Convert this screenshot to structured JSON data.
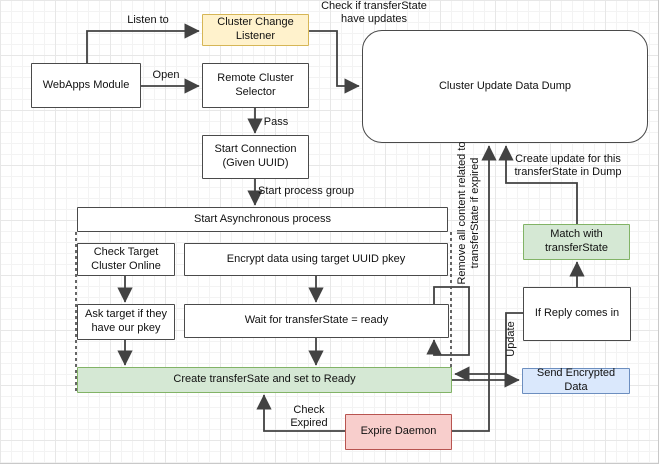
{
  "nodes": {
    "webapps_module": "WebApps Module",
    "cluster_change_listener": "Cluster Change Listener",
    "remote_cluster_selector": "Remote Cluster Selector",
    "start_connection": "Start Connection (Given UUID)",
    "cluster_update_data_dump": "Cluster Update Data Dump",
    "start_async_process": "Start Asynchronous process",
    "check_target_cluster_online": "Check Target Cluster Online",
    "encrypt_data": "Encrypt data using target UUID pkey",
    "ask_target_pkey": "Ask target if they have our pkey",
    "wait_transferstate": "Wait for transferState = ready",
    "create_transfersate": "Create transferSate and set to Ready",
    "match_transferstate": "Match with transferState",
    "if_reply_comes_in": "If Reply comes in",
    "send_encrypted_data": "Send Encrypted Data",
    "expire_daemon": "Expire Daemon"
  },
  "edge_labels": {
    "listen_to": "Listen to",
    "open": "Open",
    "check_updates": "Check if transferState have updates",
    "pass": "Pass",
    "start_process_group": "Start process group",
    "create_update": "Create update for this transferState in Dump",
    "update": "Update",
    "remove_content": "Remove all content related to transferState if expired",
    "check_expired": "Check Expired"
  },
  "colors": {
    "yellow_fill": "#FFF2CC",
    "yellow_border": "#D6B656",
    "green_fill": "#D5E8D4",
    "green_border": "#82B366",
    "blue_fill": "#DAE8FC",
    "blue_border": "#6C8EBF",
    "red_fill": "#F8CECC",
    "red_border": "#B85450",
    "line": "#424242",
    "grid_minor": "#F3F3F3",
    "grid_major": "#E7E7E7"
  }
}
